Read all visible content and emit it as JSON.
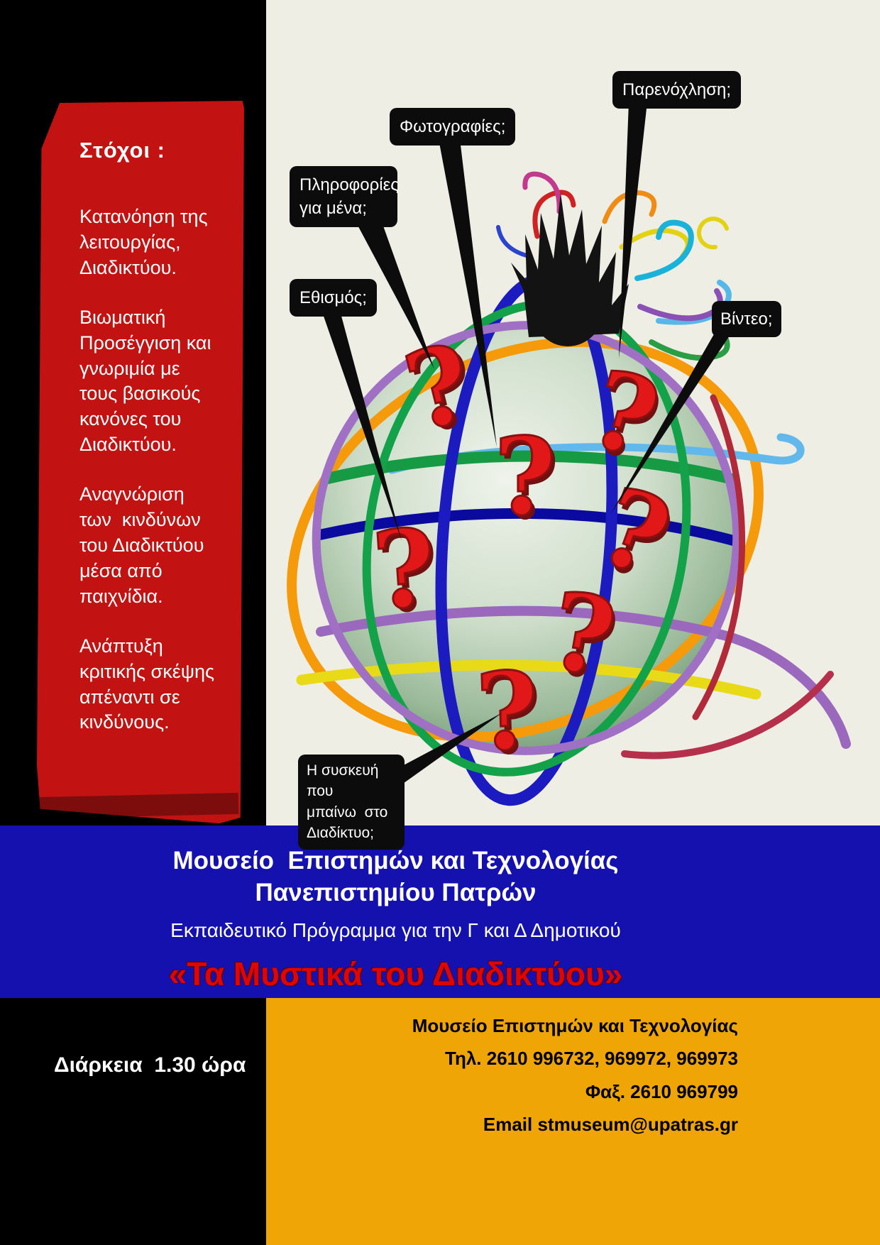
{
  "goals": {
    "title": "Στόχοι :",
    "items": [
      "Κατανόηση της\nλειτουργίας,\nΔιαδικτύου.",
      "Βιωματική\nΠροσέγγιση και\nγνωριμία με\nτους βασικούς\nκανόνες του\nΔιαδικτύου.",
      "Αναγνώριση\nτων  κινδύνων\nτου Διαδικτύου\nμέσα από\nπαιχνίδια.",
      "Ανάπτυξη\nκριτικής σκέψης\nαπέναντι σε\nκινδύνους."
    ]
  },
  "callouts": {
    "harassment": "Παρενόχληση;",
    "photos": "Φωτογραφίες;",
    "info": "Πληροφορίες\nγια μένα;",
    "addiction": "Εθισμός;",
    "video": "Βίντεο;",
    "device": "Η συσκευή που\nμπαίνω  στο\nΔιαδίκτυο;"
  },
  "banner": {
    "museum_line1": "Μουσείο  Επιστημών και Τεχνολογίας",
    "museum_line2": "Πανεπιστημίου Πατρών",
    "program": "Εκπαιδευτικό Πρόγραμμα για την Γ και Δ Δημοτικού",
    "title": "«Τα Μυστικά του Διαδικτύου»"
  },
  "footer": {
    "duration": "Διάρκεια  1.30 ώρα",
    "museum": "Μουσείο Επιστημών και Τεχνολογίας",
    "phone": "Τηλ. 2610 996732, 969972, 969973",
    "fax": "Φαξ. 2610 969799",
    "email": "Email stmuseum@upatras.gr"
  },
  "decor": {
    "question_mark": "?"
  },
  "colors": {
    "red_panel": "#c31212",
    "red_panel_shadow": "#7d0d0d",
    "blue_band": "#1411ae",
    "gold_band": "#efa506",
    "cream": "#efeee5",
    "title_red": "#e00505",
    "bubble_black": "#0c0c0c",
    "question_red": "#e21717"
  }
}
